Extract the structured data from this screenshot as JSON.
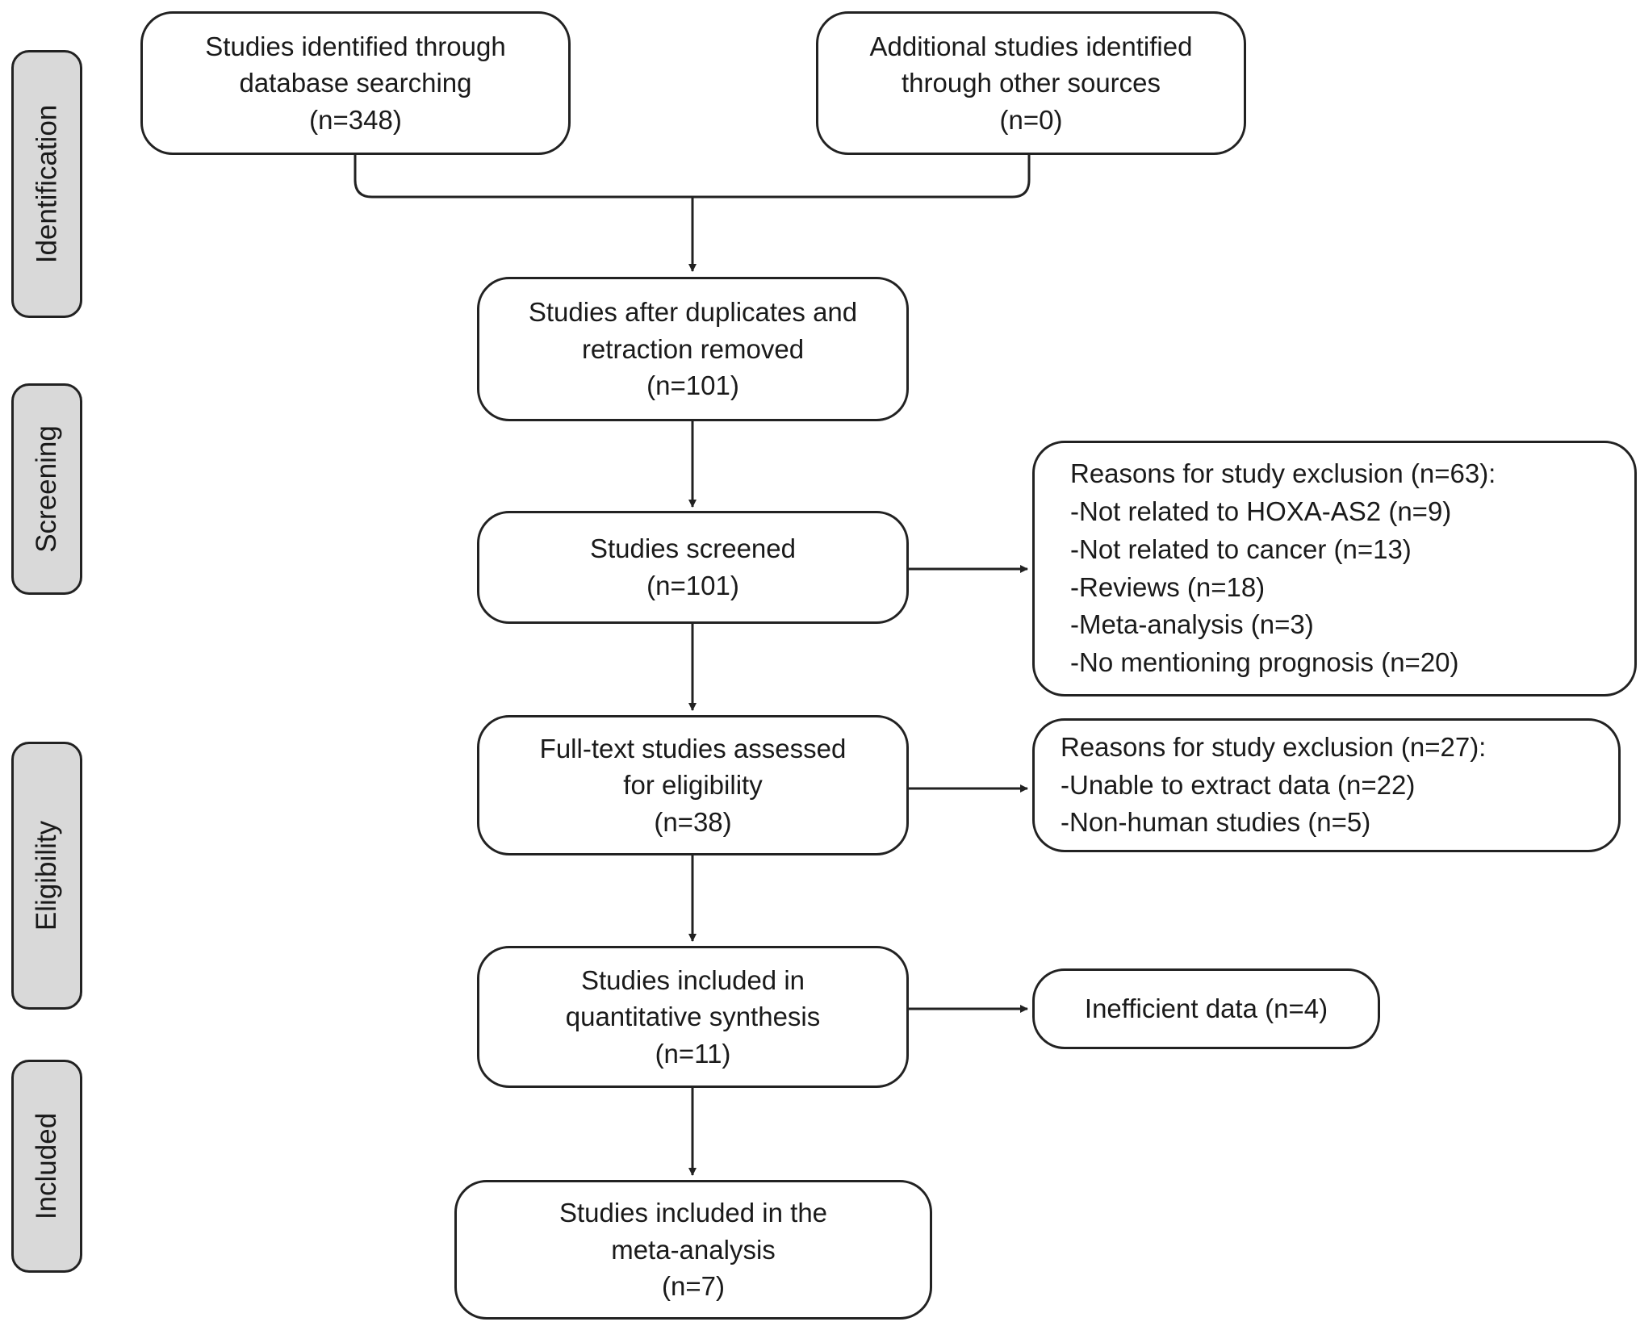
{
  "stages": [
    {
      "label": "Identification"
    },
    {
      "label": "Screening"
    },
    {
      "label": "Eligibility"
    },
    {
      "label": "Included"
    }
  ],
  "boxes": {
    "database": {
      "line1": "Studies identified through",
      "line2": "database searching",
      "count": "(n=348)"
    },
    "other_sources": {
      "line1": "Additional studies identified",
      "line2": "through other sources",
      "count": "(n=0)"
    },
    "duplicates_removed": {
      "line1": "Studies after duplicates and",
      "line2": "retraction removed",
      "count": "(n=101)"
    },
    "screened": {
      "line1": "Studies screened",
      "count": "(n=101)"
    },
    "screen_exclusion": {
      "heading": "Reasons for study exclusion (n=63):",
      "reasons": [
        "-Not related to HOXA-AS2 (n=9)",
        "-Not related to cancer (n=13)",
        "-Reviews (n=18)",
        "-Meta-analysis (n=3)",
        "-No mentioning prognosis (n=20)"
      ]
    },
    "full_text": {
      "line1": "Full-text studies assessed",
      "line2": "for eligibility",
      "count": "(n=38)"
    },
    "eligibility_exclusion": {
      "heading": "Reasons for study exclusion (n=27):",
      "reasons": [
        "-Unable to extract data (n=22)",
        "-Non-human studies (n=5)"
      ]
    },
    "quantitative": {
      "line1": "Studies included in",
      "line2": "quantitative synthesis",
      "count": "(n=11)"
    },
    "inefficient": {
      "label": "Inefficient data (n=4)"
    },
    "meta_analysis": {
      "line1": "Studies included in the",
      "line2": "meta-analysis",
      "count": "(n=7)"
    }
  },
  "colors": {
    "stage_fill": "#d9d9d9",
    "stroke": "#222222",
    "box_fill": "#ffffff",
    "text": "#1a1a1a"
  }
}
